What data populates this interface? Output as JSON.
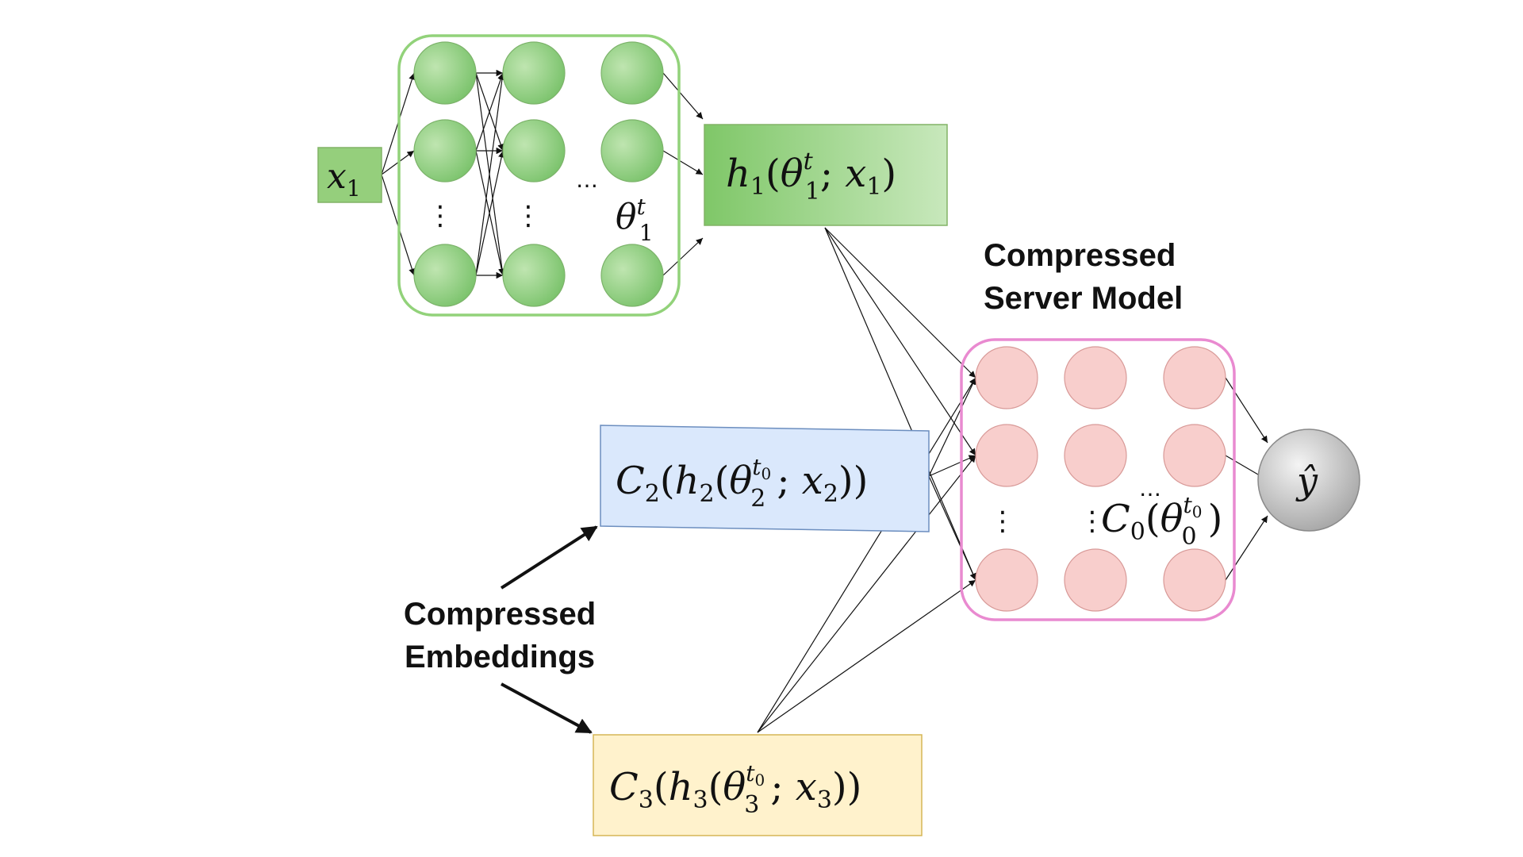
{
  "colors": {
    "client1_border": "#92d27a",
    "client1_node": "#8dcb7e",
    "client1_box": "#95cf7c",
    "client2_box": "#dae8fc",
    "client2_border": "#6c8ebf",
    "client3_box": "#fff2cc",
    "client3_border": "#d6b656",
    "server_border": "#e98ad0",
    "server_node": "#f8cecc",
    "output_node": "#c8c8c8"
  },
  "client1": {
    "input": {
      "base": "x",
      "sub": "1"
    },
    "param": {
      "base": "θ",
      "sup": "t",
      "sub": "1"
    },
    "embedding": {
      "func": "h",
      "func_sub": "1",
      "param_base": "θ",
      "param_sup": "t",
      "param_sub": "1",
      "sep": "; ",
      "arg_base": "x",
      "arg_sub": "1"
    }
  },
  "client2": {
    "embedding": {
      "compressor": "C",
      "compressor_sub": "2",
      "func": "h",
      "func_sub": "2",
      "param_base": "θ",
      "param_sup": "t",
      "param_sup_sub": "0",
      "param_sub": "2",
      "sep": "; ",
      "arg_base": "x",
      "arg_sub": "2"
    }
  },
  "client3": {
    "embedding": {
      "compressor": "C",
      "compressor_sub": "3",
      "func": "h",
      "func_sub": "3",
      "param_base": "θ",
      "param_sup": "t",
      "param_sup_sub": "0",
      "param_sub": "3",
      "sep": "; ",
      "arg_base": "x",
      "arg_sub": "3"
    }
  },
  "server": {
    "title_line1": "Compressed",
    "title_line2": "Server Model",
    "param": {
      "compressor": "C",
      "compressor_sub": "0",
      "param_base": "θ",
      "param_sup": "t",
      "param_sup_sub": "0",
      "param_sub": "0"
    }
  },
  "output": {
    "symbol": "ŷ"
  },
  "embeddings_label": {
    "line1": "Compressed",
    "line2": "Embeddings"
  },
  "ellipsis": {
    "vertical": "⋮",
    "horizontal": "…"
  }
}
